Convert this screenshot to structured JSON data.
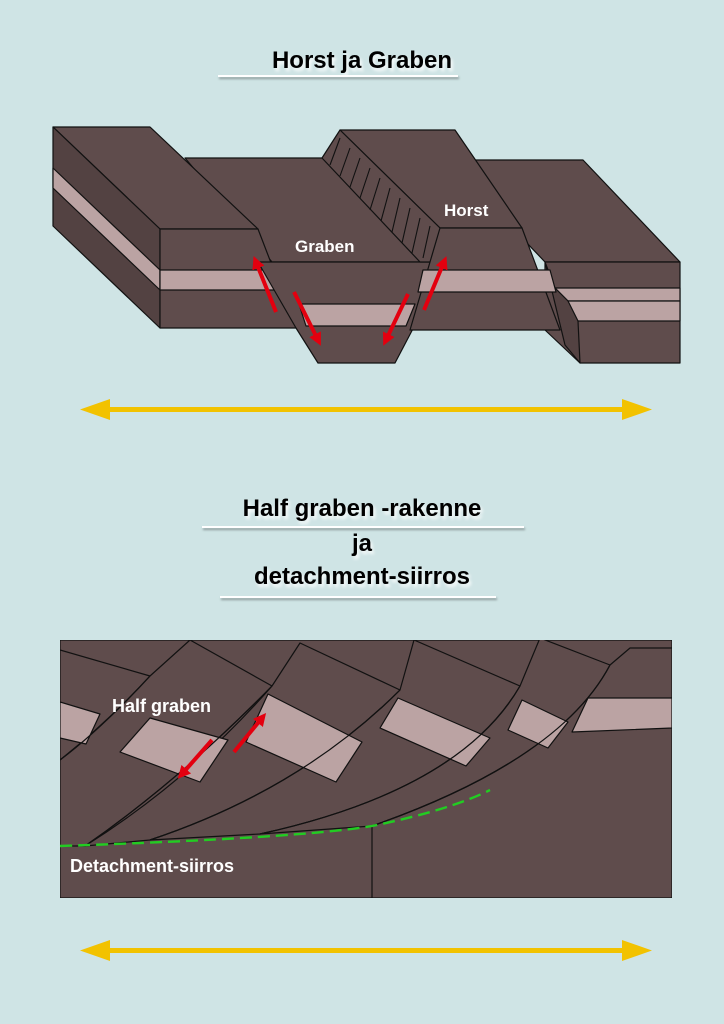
{
  "title1": "Horst ja Graben",
  "title2": {
    "line1": "Half graben -rakenne",
    "line2": "ja",
    "line3": "detachment-siirros"
  },
  "labels": {
    "graben": "Graben",
    "horst": "Horst",
    "half_graben": "Half graben",
    "detachment": "Detachment-siirros"
  },
  "colors": {
    "background": "#cfe4e5",
    "rock": "#5f4c4c",
    "rock_side": "#534242",
    "layer": "#bba3a3",
    "arrow_red": "#e3000f",
    "arrow_yellow": "#f2c200",
    "detachment_line": "#22cc22"
  }
}
